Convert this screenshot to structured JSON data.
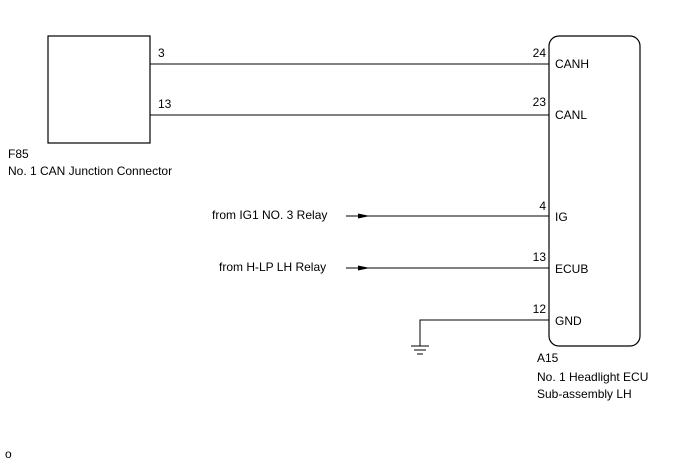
{
  "connector_f85": {
    "code": "F85",
    "name": "No. 1 CAN Junction Connector",
    "pins": [
      "3",
      "13"
    ]
  },
  "ecu_a15": {
    "code": "A15",
    "name_line1": "No. 1 Headlight ECU",
    "name_line2": "Sub-assembly LH",
    "pins": [
      {
        "number": "24",
        "label": "CANH"
      },
      {
        "number": "23",
        "label": "CANL"
      },
      {
        "number": "4",
        "label": "IG"
      },
      {
        "number": "13",
        "label": "ECUB"
      },
      {
        "number": "12",
        "label": "GND"
      }
    ]
  },
  "sources": {
    "ig": "from IG1 NO. 3 Relay",
    "ecub": "from H-LP LH Relay"
  },
  "corner_mark": "o"
}
